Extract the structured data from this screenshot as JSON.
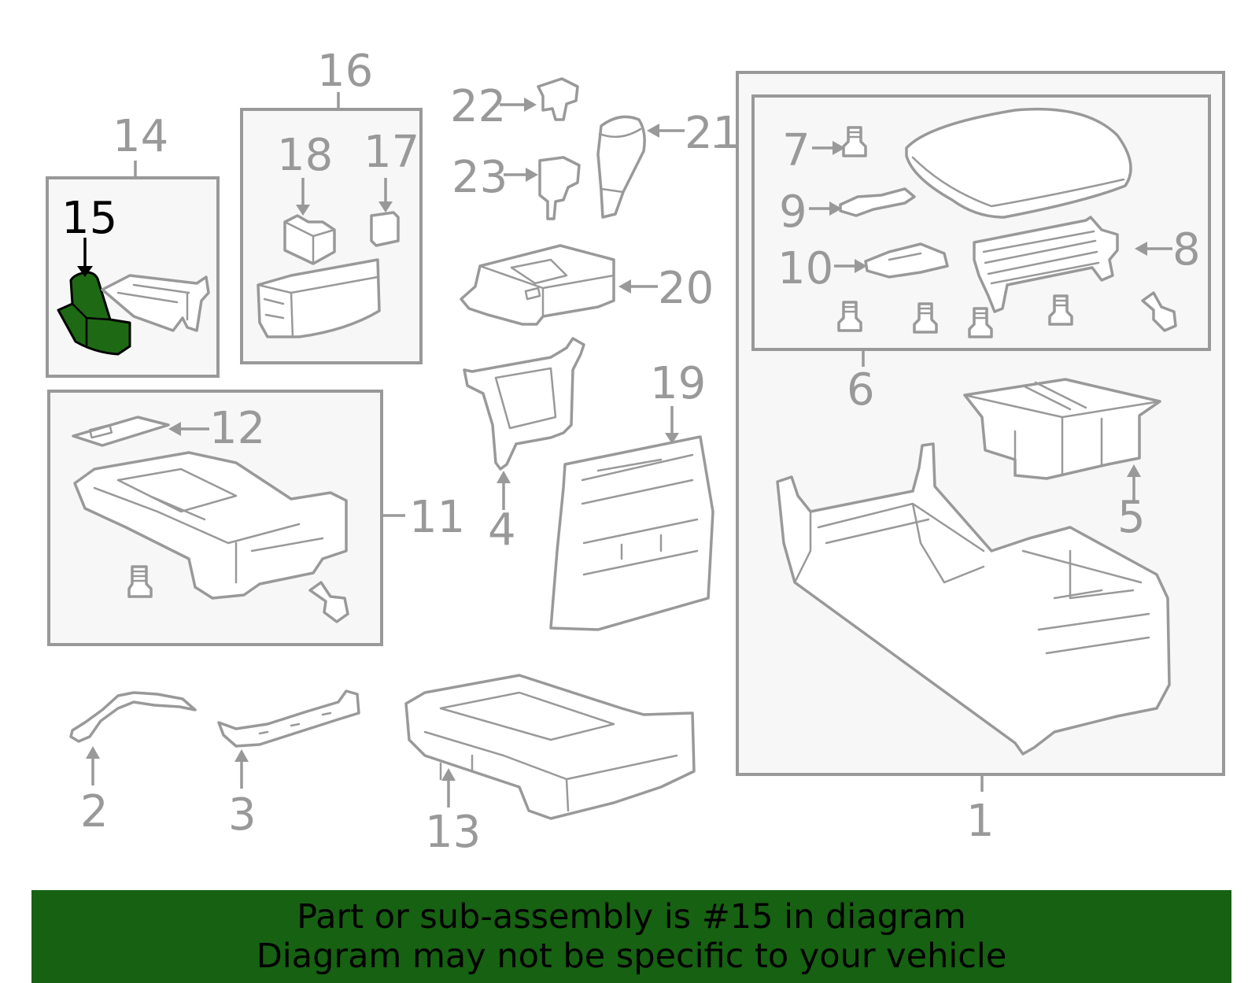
{
  "diagram": {
    "callouts": {
      "c1": "1",
      "c2": "2",
      "c3": "3",
      "c4": "4",
      "c5": "5",
      "c6": "6",
      "c7": "7",
      "c8": "8",
      "c9": "9",
      "c10": "10",
      "c11": "11",
      "c12": "12",
      "c13": "13",
      "c14": "14",
      "c15": "15",
      "c16": "16",
      "c17": "17",
      "c18": "18",
      "c19": "19",
      "c20": "20",
      "c21": "21",
      "c22": "22",
      "c23": "23"
    },
    "highlighted_part": "15",
    "colors": {
      "line": "#999999",
      "highlight_fill": "#1e6a14",
      "highlight_label": "#000000",
      "footer_bg": "#176112"
    }
  },
  "footer": {
    "line1": "Part or sub-assembly is #15 in diagram",
    "line2": "Diagram may not be specific to your vehicle"
  }
}
